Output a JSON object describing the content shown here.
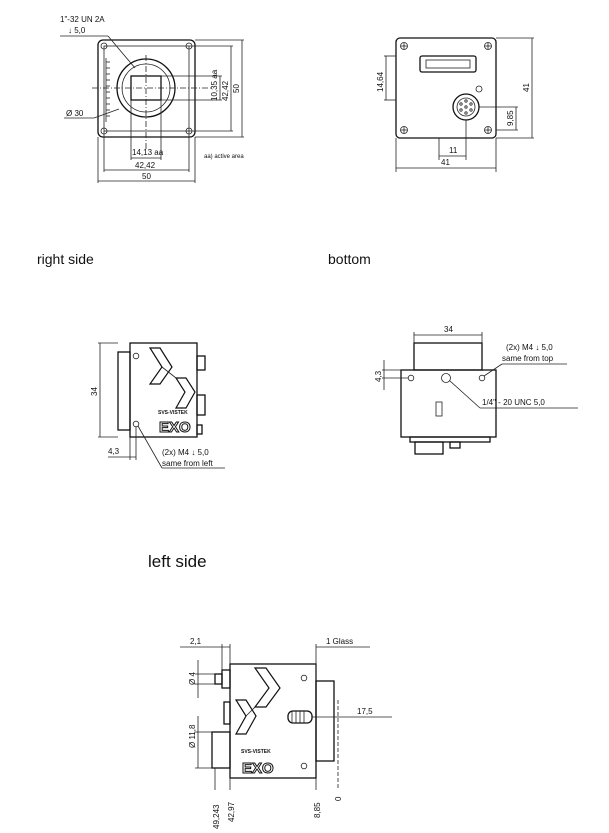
{
  "titles": {
    "right_side": "right side",
    "bottom": "bottom",
    "left_side": "left side"
  },
  "front_view": {
    "thread": "1\"-32 UN 2A",
    "thread_depth": "↓ 5,0",
    "dia": "Ø 30",
    "aa_h": "14,13 aa",
    "d4242_h": "42,42",
    "d50_h": "50",
    "aa_v": "10,35 aa",
    "d4242_v": "42,42",
    "d50_v": "50",
    "note": "aa) active area"
  },
  "back_view": {
    "d1464": "14,64",
    "d985": "9,85",
    "d41_v": "41",
    "d11": "11",
    "d41_h": "41"
  },
  "right_side_view": {
    "d34": "34",
    "d43": "4,3",
    "hole_label": "(2x) M4 ↓ 5,0",
    "hole_note": "same from left",
    "brand": "SVS-VISTEK",
    "logo": "EXO"
  },
  "bottom_view": {
    "d34": "34",
    "d43": "4,3",
    "hole_label": "(2x) M4 ↓ 5,0",
    "hole_note": "same from top",
    "tripod": "1/4\" - 20 UNC  5,0"
  },
  "left_side_view": {
    "d21": "2,1",
    "glass": "1 Glass",
    "d4": "Ø 4",
    "d175": "17,5",
    "d118": "Ø 11,8",
    "d49243": "49,243",
    "d4297": "42,97",
    "d885": "8,85",
    "d0": "0",
    "brand": "SVS-VISTEK",
    "logo": "EXO"
  }
}
